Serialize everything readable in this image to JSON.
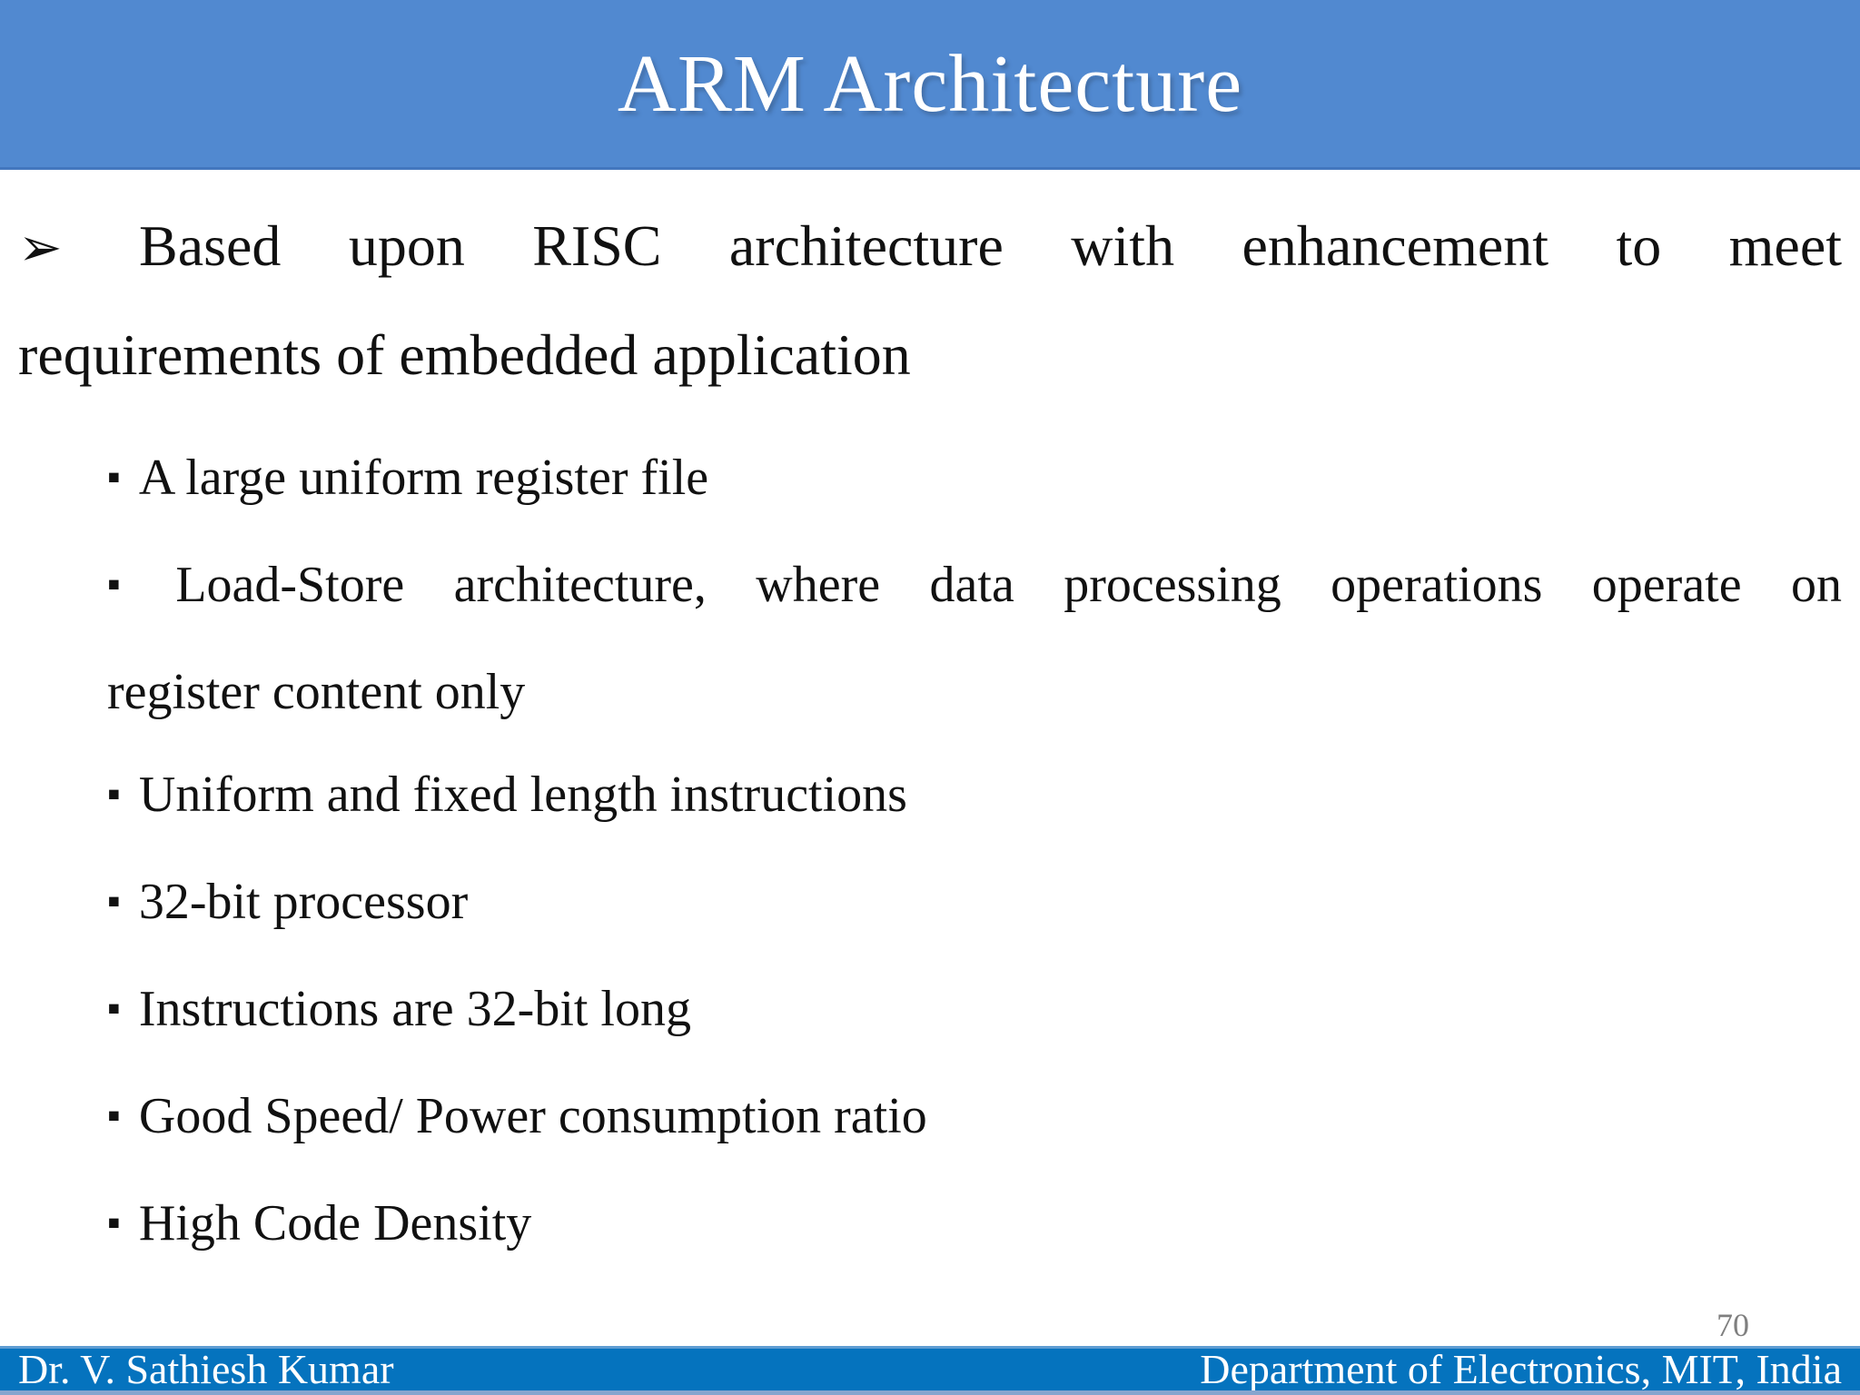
{
  "slide": {
    "title": "ARM Architecture",
    "page_number": "70",
    "footer": {
      "left": "Dr. V. Sathiesh Kumar",
      "right": "Department of Electronics, MIT, India"
    }
  },
  "icons": {
    "main_bullet_glyph": "➢",
    "sub_bullet_glyph": "▪"
  },
  "colors": {
    "banner_bg": "#5189D0",
    "banner_border": "#4377BE",
    "title_text": "#FFFFFF",
    "body_text": "#111111",
    "footer_bg": "#0573BE",
    "footer_text": "#FFFFFF",
    "footer_top_edge": "#5E9CD2",
    "bottom_strip": "#87A5CE",
    "page_number": "#7F7F7F"
  },
  "content": {
    "main_bullet": {
      "line1": "Based upon RISC architecture with enhancement to meet",
      "line2": "requirements of embedded application"
    },
    "sub_bullets": [
      {
        "line1": "A large uniform register file"
      },
      {
        "line1": "Load-Store architecture, where data processing operations operate on",
        "line2": "register content only"
      },
      {
        "line1": "Uniform and fixed length instructions"
      },
      {
        "line1": "32-bit processor"
      },
      {
        "line1": "Instructions are 32-bit long"
      },
      {
        "line1": "Good Speed/ Power consumption ratio"
      },
      {
        "line1": "High Code Density"
      }
    ]
  }
}
